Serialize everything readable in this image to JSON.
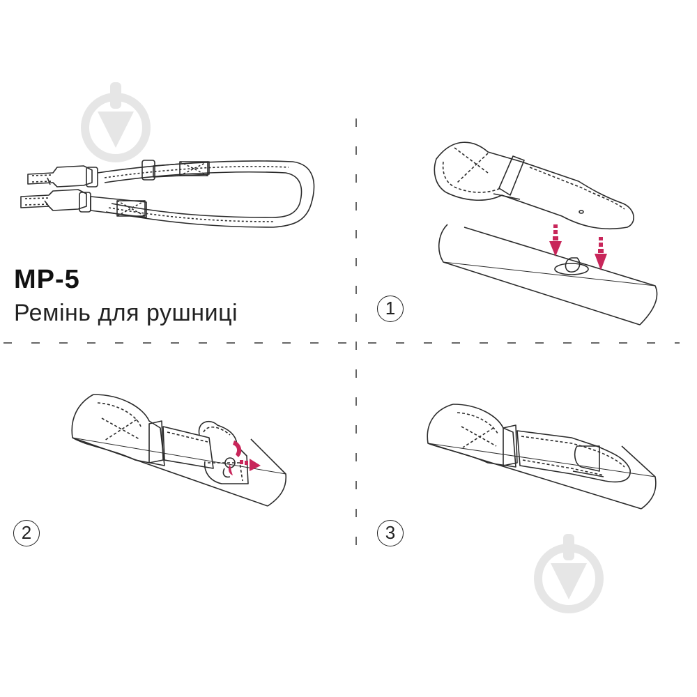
{
  "heading": {
    "model": "MP-5",
    "description": "Ремінь для рушниці"
  },
  "steps": [
    {
      "number": "1"
    },
    {
      "number": "2"
    },
    {
      "number": "3"
    }
  ],
  "colors": {
    "line": "#2b2b2b",
    "arrow": "#c8265a",
    "watermark": "#e6e6e6",
    "divider": "#333333"
  },
  "icons": [
    "watermark-pin-icon",
    "down-arrow-icon",
    "curved-arrow-icon"
  ]
}
